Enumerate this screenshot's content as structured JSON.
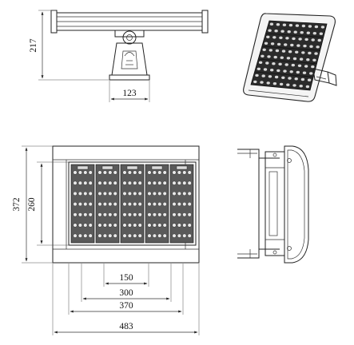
{
  "dimensions": {
    "side_height": "217",
    "mount_width": "123",
    "front_height_total": "372",
    "front_height_module": "260",
    "module_pitch": "150",
    "module_span": "300",
    "housing_inner": "370",
    "housing_overall": "483"
  },
  "colors": {
    "line": "#222222",
    "module_fill": "#5a5a5a",
    "iso_dark": "#2b2b2b",
    "iso_led": "#d9d9d9",
    "background": "#ffffff"
  }
}
